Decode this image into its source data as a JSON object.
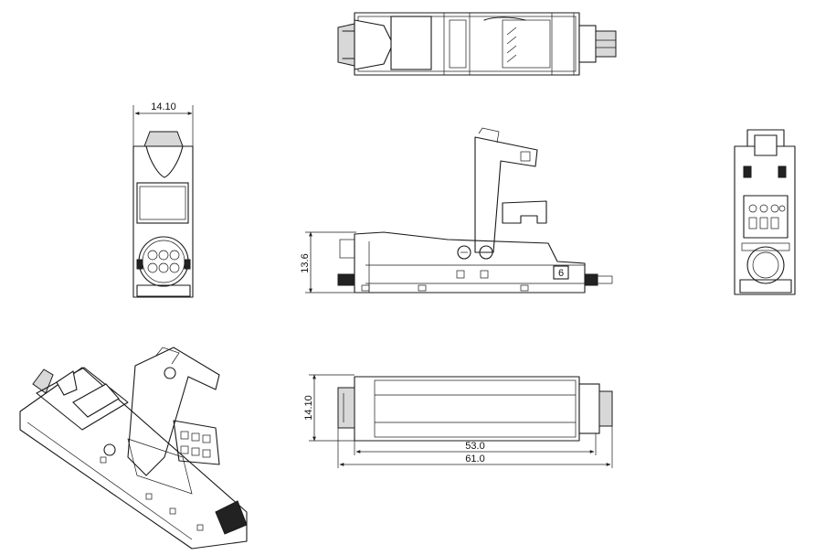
{
  "dimensions": {
    "top_width_side_view": "14.10",
    "front_height": "13.6",
    "bottom_width": "14.10",
    "inner_length": "53.0",
    "total_length": "61.0"
  },
  "labels": {
    "marker_number": "6"
  }
}
